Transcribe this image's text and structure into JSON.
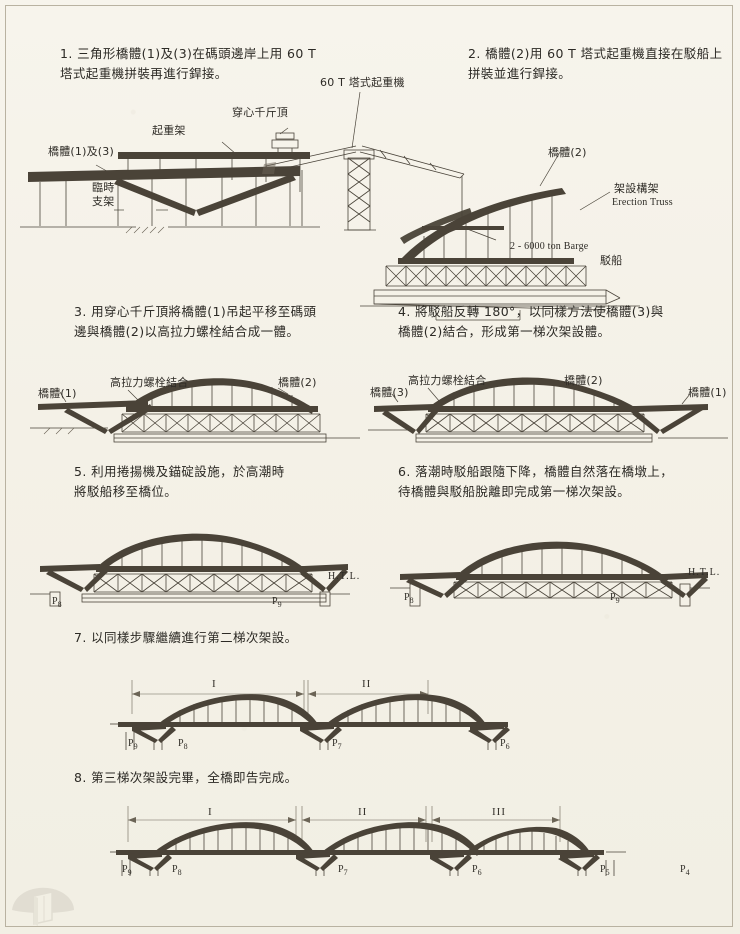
{
  "document": {
    "title": "橋梁架設施工步驟圖",
    "language": "zh-Hant",
    "page_background": "#f4f1e7",
    "ink_color": "#3a352c"
  },
  "steps": [
    {
      "number": "1.",
      "text": "三角形橋體(1)及(3)在碼頭邊岸上用 60 T\n塔式起重機拼裝再進行銲接。",
      "labels": {
        "body13": "橋體(1)及(3)",
        "temp_support": "臨時\n支架",
        "lifting_frame": "起重架",
        "center_hole_jack": "穿心千斤頂"
      }
    },
    {
      "number": "2.",
      "text": "橋體(2)用 60 T 塔式起重機直接在駁船上\n拼裝並進行銲接。",
      "labels": {
        "tower_crane": "60 T 塔式起重機",
        "body2": "橋體(2)",
        "erection_truss_zh": "架設構架",
        "erection_truss_en": "Erection Truss",
        "barge_en": "2 - 6000 ton  Barge",
        "barge_zh": "駁船"
      }
    },
    {
      "number": "3.",
      "text": "用穿心千斤頂將橋體(1)吊起平移至碼頭\n邊與橋體(2)以高拉力螺栓結合成一體。",
      "labels": {
        "bolt_joint": "高拉力螺栓結合",
        "body1": "橋體(1)",
        "body2": "橋體(2)"
      }
    },
    {
      "number": "4.",
      "text": "將駁船反轉 180°，以同樣方法使橋體(3)與\n橋體(2)結合，形成第一梯次架設體。",
      "labels": {
        "bolt_joint": "高拉力螺栓結合",
        "body3": "橋體(3)",
        "body2": "橋體(2)",
        "body1": "橋體(1)"
      }
    },
    {
      "number": "5.",
      "text": "利用捲揚機及錨碇設施，於高潮時\n將駁船移至橋位。",
      "labels": {
        "high_tide_level": "H.T.L.",
        "pier_left": "P",
        "pier_left_sub": "8",
        "pier_right": "P",
        "pier_right_sub": "9"
      }
    },
    {
      "number": "6.",
      "text": "落潮時駁船跟隨下降，橋體自然落在橋墩上，\n待橋體與駁船脫離即完成第一梯次架設。",
      "labels": {
        "high_tide_level": "H.T.L.",
        "pier_left": "P",
        "pier_left_sub": "8",
        "pier_right": "P",
        "pier_right_sub": "9"
      }
    },
    {
      "number": "7.",
      "text": "以同樣步驟繼續進行第二梯次架設。",
      "spans": [
        "I",
        "II"
      ],
      "piers": [
        {
          "name": "P",
          "sub": "9"
        },
        {
          "name": "P",
          "sub": "8"
        },
        {
          "name": "P",
          "sub": "7"
        },
        {
          "name": "P",
          "sub": "6"
        }
      ]
    },
    {
      "number": "8.",
      "text": "第三梯次架設完畢，全橋即告完成。",
      "spans": [
        "I",
        "II",
        "III"
      ],
      "piers": [
        {
          "name": "P",
          "sub": "9"
        },
        {
          "name": "P",
          "sub": "8"
        },
        {
          "name": "P",
          "sub": "7"
        },
        {
          "name": "P",
          "sub": "6"
        },
        {
          "name": "P",
          "sub": "5"
        },
        {
          "name": "P",
          "sub": "4"
        }
      ]
    }
  ],
  "watermark": {
    "name": "book-logo-watermark"
  }
}
